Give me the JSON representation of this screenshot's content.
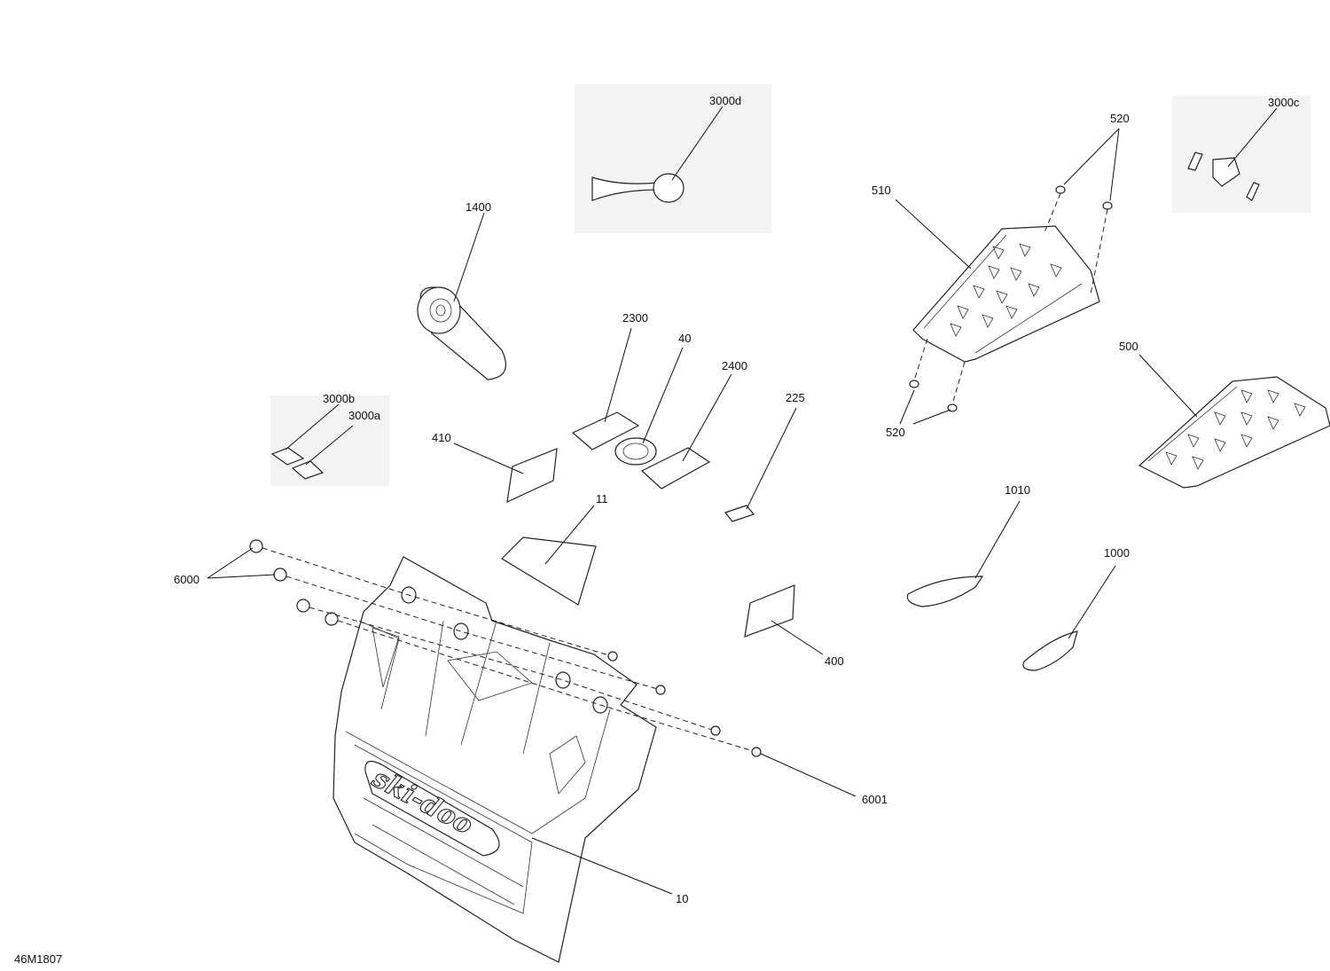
{
  "drawing": {
    "id_label": "46M1807",
    "callouts": {
      "c3000d": "3000d",
      "c3000c": "3000c",
      "c520_top": "520",
      "c510": "510",
      "c1400": "1400",
      "c2300": "2300",
      "c40": "40",
      "c2400": "2400",
      "c225": "225",
      "c3000b": "3000b",
      "c3000a": "3000a",
      "c410": "410",
      "c520_bottom": "520",
      "c500": "500",
      "c11": "11",
      "c1010": "1010",
      "c1000": "1000",
      "c6000": "6000",
      "c400": "400",
      "c6001": "6001",
      "c10": "10"
    },
    "brand_logo_text": "ski-doo"
  },
  "colors": {
    "line": "#222222",
    "background": "#ffffff",
    "inset_shading": "#f3f3f3"
  }
}
